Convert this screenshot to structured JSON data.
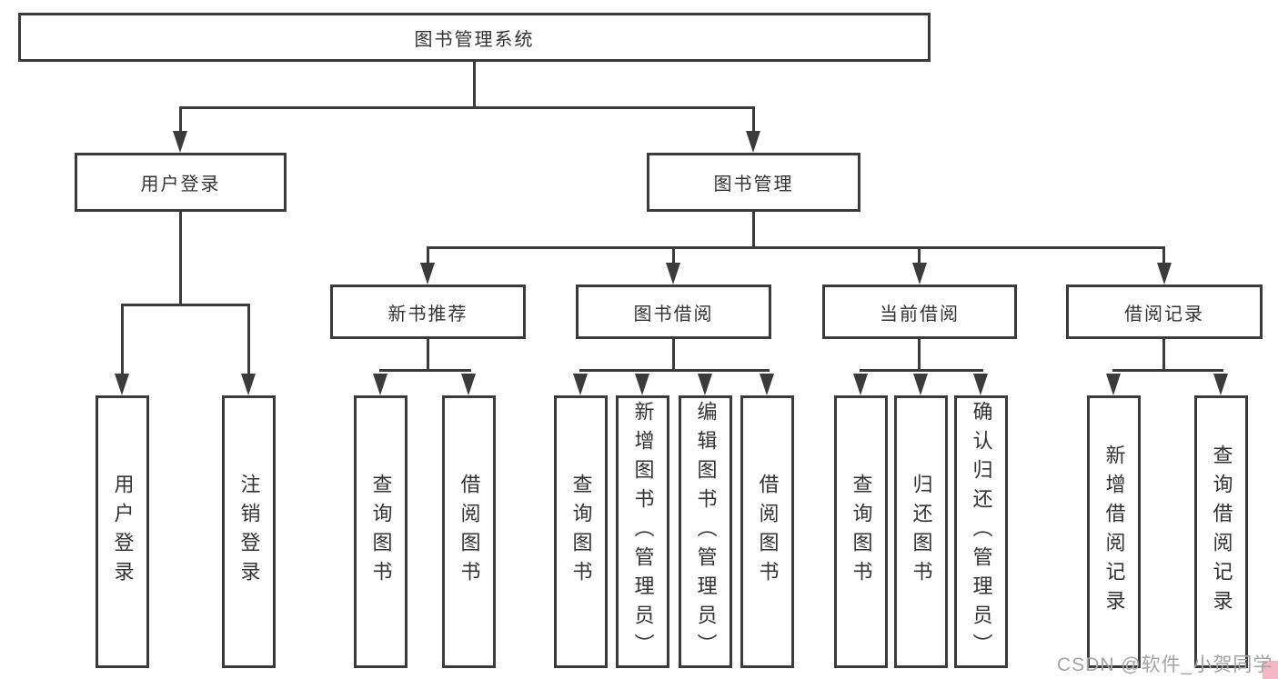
{
  "diagram_title": "图书管理系统",
  "tree": {
    "root": {
      "label": "图书管理系统"
    },
    "branches": [
      {
        "label": "用户登录",
        "children": [
          {
            "label": "用户登录"
          },
          {
            "label": "注销登录"
          }
        ]
      },
      {
        "label": "图书管理",
        "groups": [
          {
            "label": "新书推荐",
            "children": [
              {
                "label": "查询图书"
              },
              {
                "label": "借阅图书"
              }
            ]
          },
          {
            "label": "图书借阅",
            "children": [
              {
                "label": "查询图书"
              },
              {
                "label": "新增图书（管理员）"
              },
              {
                "label": "编辑图书（管理员）"
              },
              {
                "label": "借阅图书"
              }
            ]
          },
          {
            "label": "当前借阅",
            "children": [
              {
                "label": "查询图书"
              },
              {
                "label": "归还图书"
              },
              {
                "label": "确认归还（管理员）"
              }
            ]
          },
          {
            "label": "借阅记录",
            "children": [
              {
                "label": "新增借阅记录"
              },
              {
                "label": "查询借阅记录"
              }
            ]
          }
        ]
      }
    ]
  },
  "watermark": {
    "text": "CSDN @软件_小贺同学"
  },
  "colors": {
    "line": "#3b3b3b",
    "text": "#333333",
    "background": "#ffffff",
    "watermark_text": "#a4a4a4",
    "watermark_accent": "#f2b7c2"
  }
}
